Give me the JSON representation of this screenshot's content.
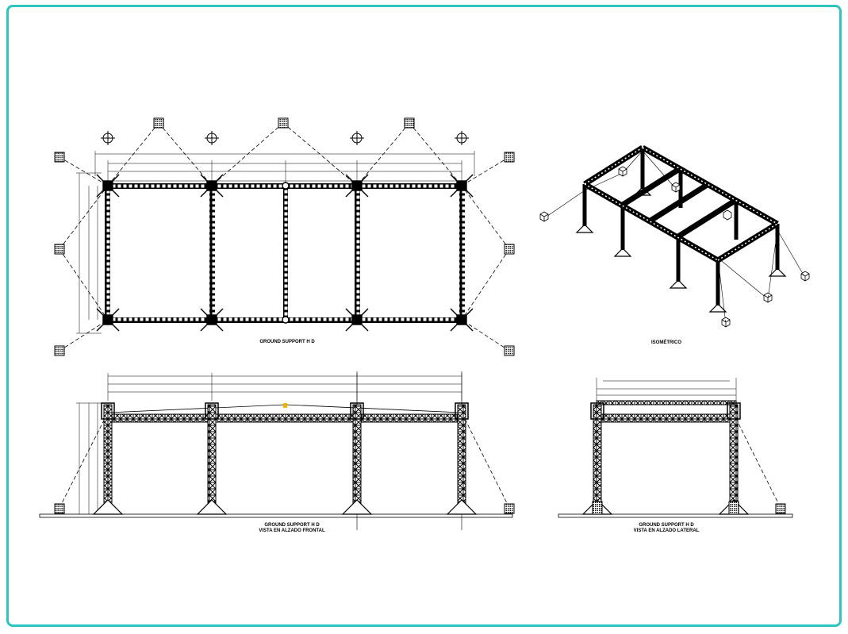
{
  "labels": {
    "plan": "GROUND SUPPORT H D",
    "isometric": "ISOMÉTRICO",
    "front_1": "GROUND SUPPORT H D",
    "front_2": "VISTA EN ALZADO FRONTAL",
    "side_1": "GROUND SUPPORT H D",
    "side_2": "VISTA EN ALZADO LATERAL"
  },
  "colors": {
    "frame": "#2ec4c0",
    "ink": "#000000",
    "accent": "#f0b400"
  }
}
